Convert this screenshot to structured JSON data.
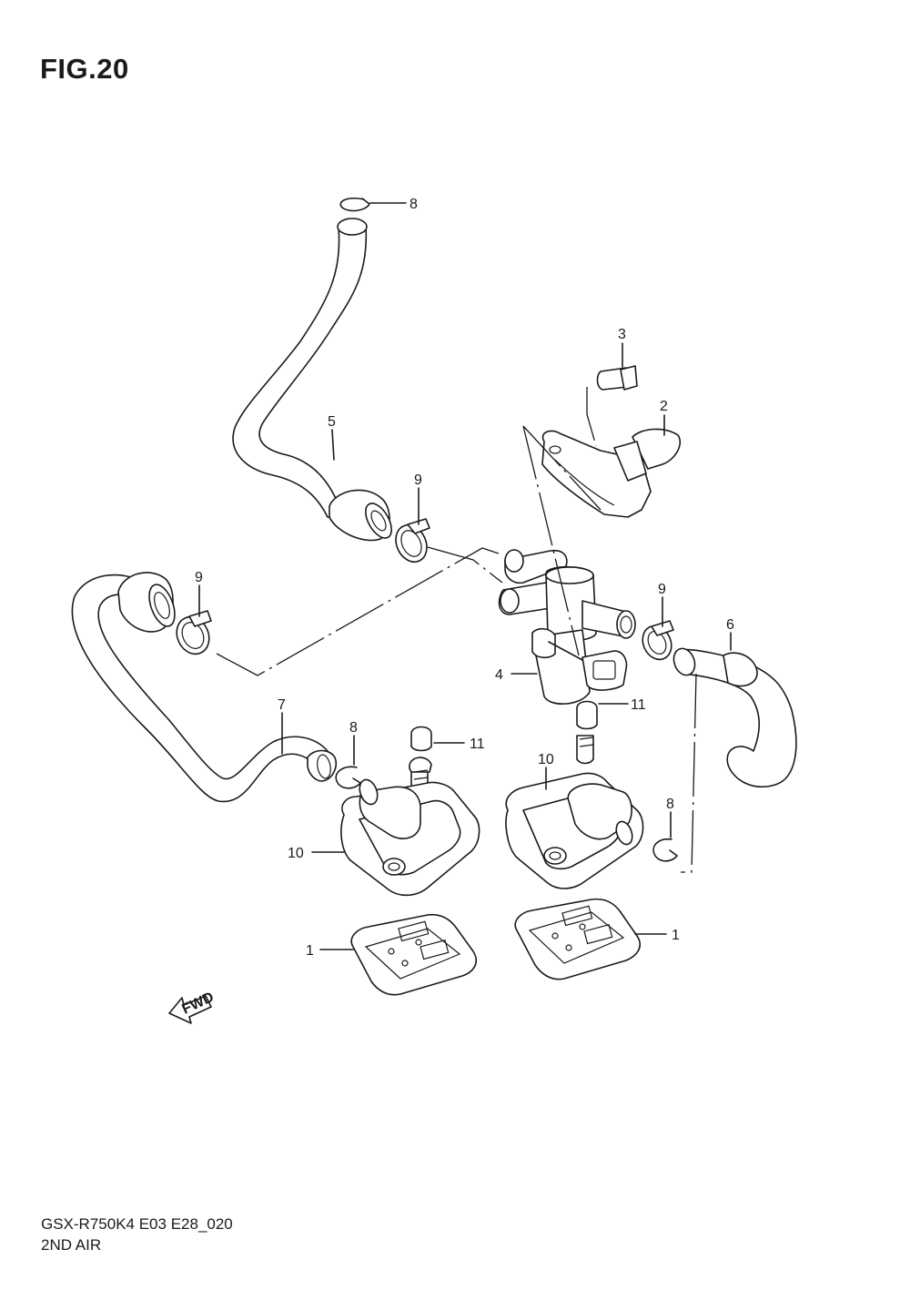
{
  "figure": {
    "title": "FIG.20",
    "model_code": "GSX-R750K4 E03 E28_020",
    "section_name": "2ND AIR"
  },
  "callouts": [
    {
      "id": "c8a",
      "label": "8"
    },
    {
      "id": "c3",
      "label": "3"
    },
    {
      "id": "c2",
      "label": "2"
    },
    {
      "id": "c5",
      "label": "5"
    },
    {
      "id": "c9a",
      "label": "9"
    },
    {
      "id": "c9b",
      "label": "9"
    },
    {
      "id": "c9c",
      "label": "9"
    },
    {
      "id": "c6",
      "label": "6"
    },
    {
      "id": "c4",
      "label": "4"
    },
    {
      "id": "c7",
      "label": "7"
    },
    {
      "id": "c8b",
      "label": "8"
    },
    {
      "id": "c11a",
      "label": "11"
    },
    {
      "id": "c11b",
      "label": "11"
    },
    {
      "id": "c10a",
      "label": "10"
    },
    {
      "id": "c10b",
      "label": "10"
    },
    {
      "id": "c8c",
      "label": "8"
    },
    {
      "id": "c1a",
      "label": "1"
    },
    {
      "id": "c1b",
      "label": "1"
    }
  ],
  "direction_marker": {
    "label": "FWD"
  }
}
